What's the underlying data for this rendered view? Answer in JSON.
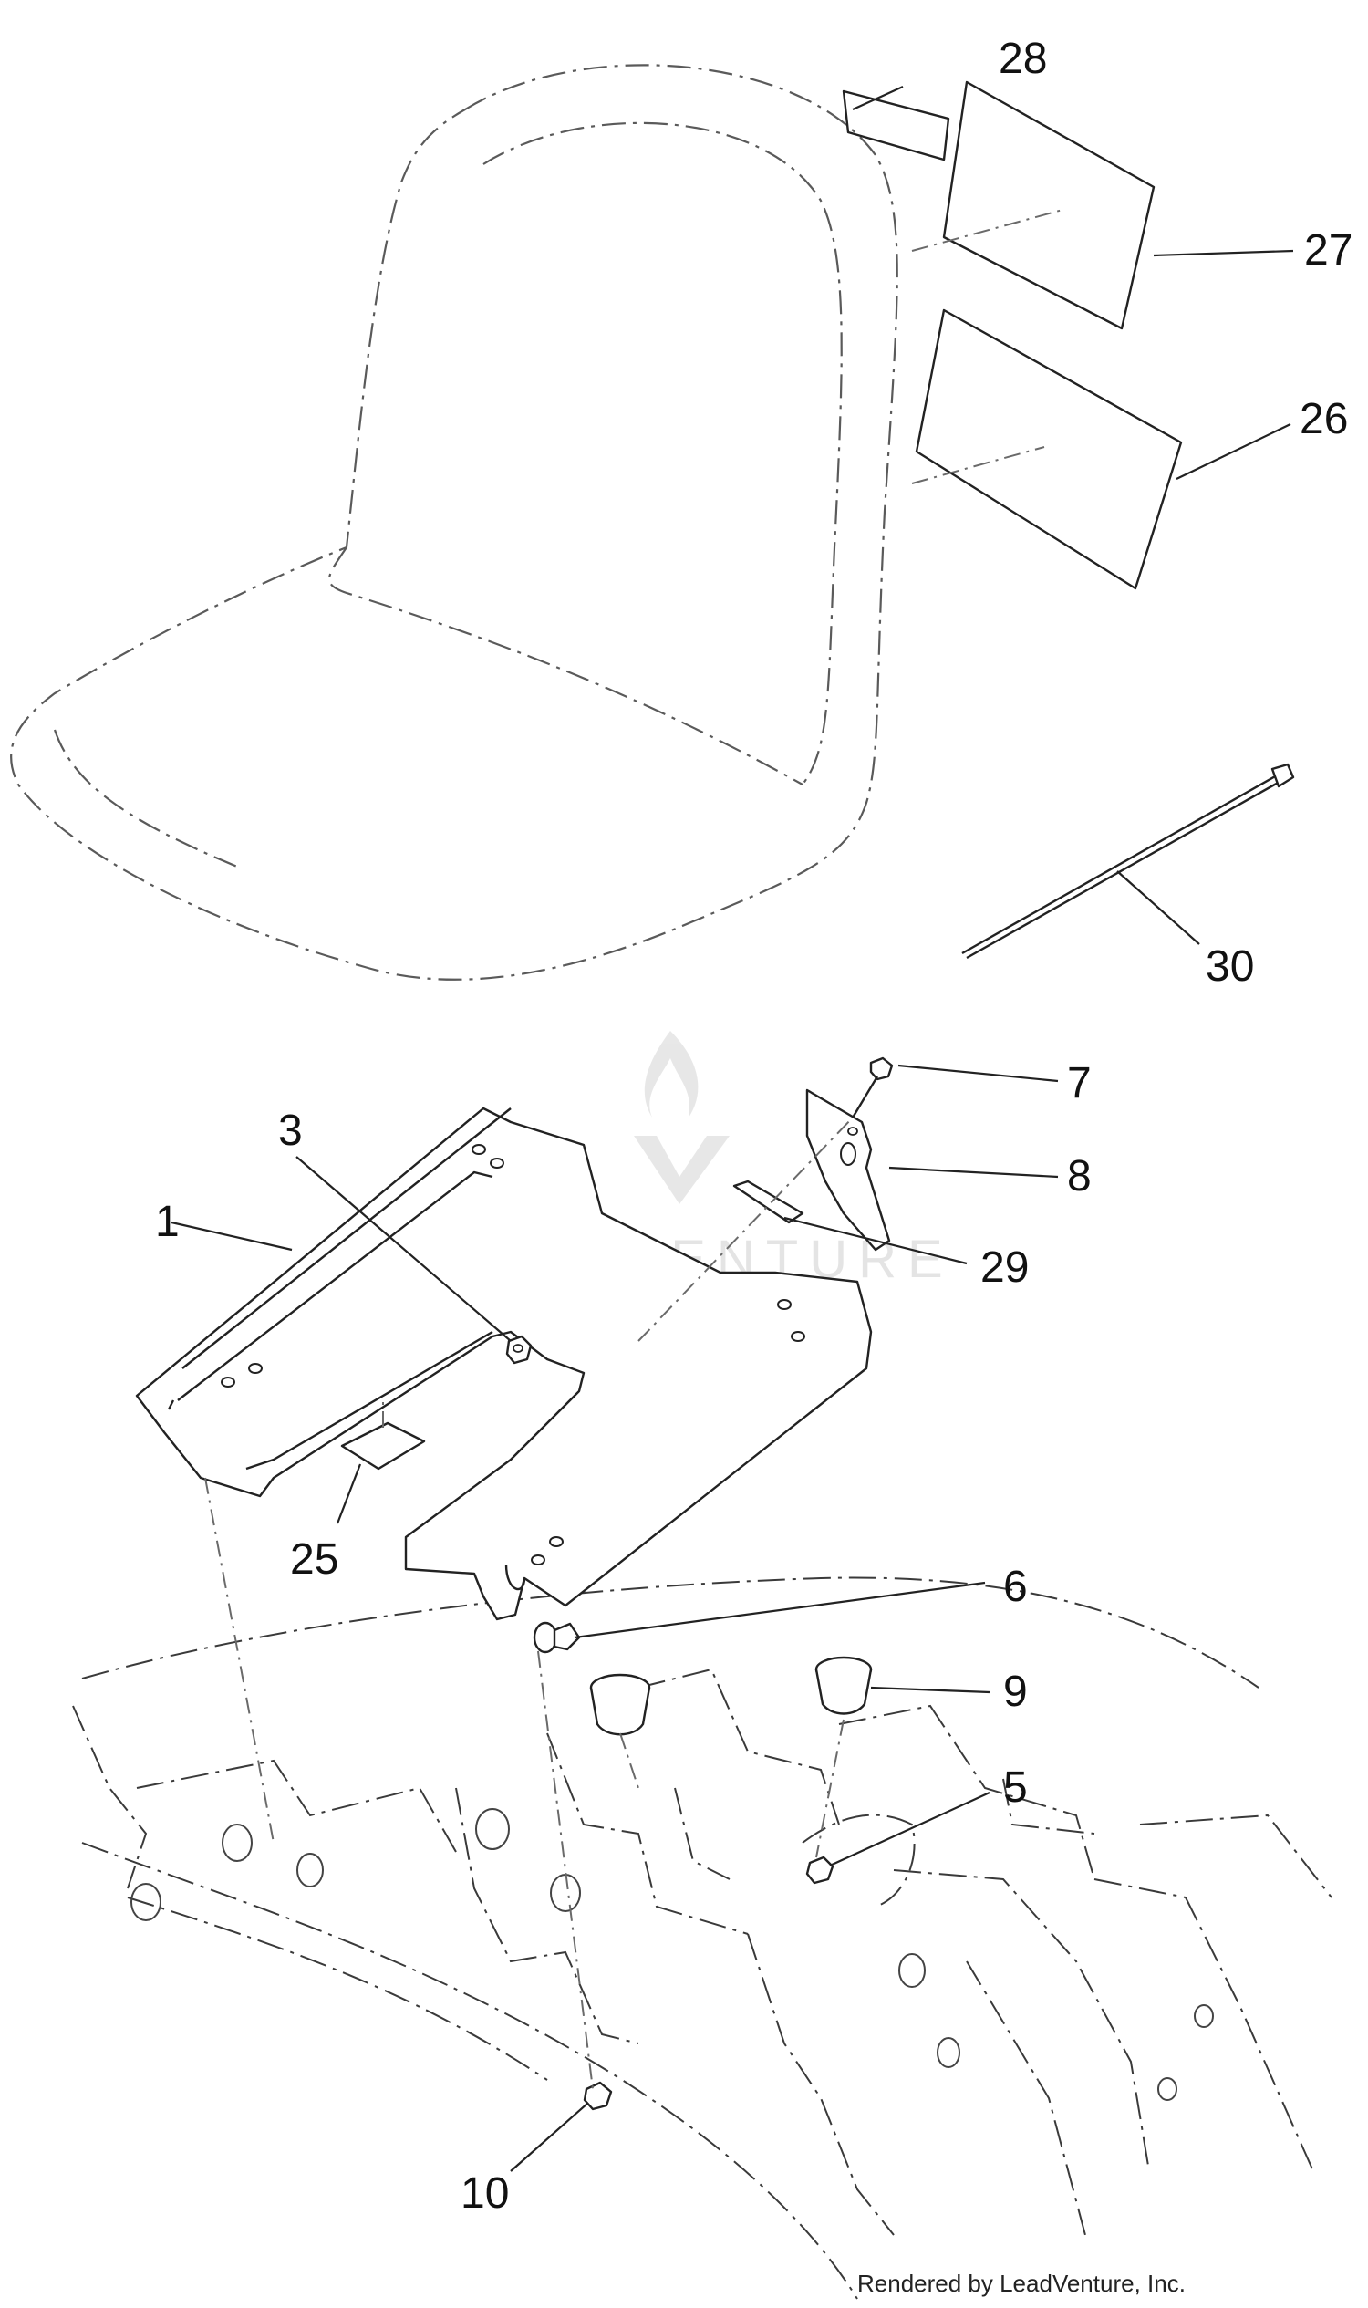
{
  "diagram": {
    "callouts": [
      {
        "id": "c1",
        "label": "1"
      },
      {
        "id": "c3",
        "label": "3"
      },
      {
        "id": "c5",
        "label": "5"
      },
      {
        "id": "c6",
        "label": "6"
      },
      {
        "id": "c7",
        "label": "7"
      },
      {
        "id": "c8",
        "label": "8"
      },
      {
        "id": "c9",
        "label": "9"
      },
      {
        "id": "c10",
        "label": "10"
      },
      {
        "id": "c25",
        "label": "25"
      },
      {
        "id": "c26",
        "label": "26"
      },
      {
        "id": "c27",
        "label": "27"
      },
      {
        "id": "c28",
        "label": "28"
      },
      {
        "id": "c29",
        "label": "29"
      },
      {
        "id": "c30",
        "label": "30"
      }
    ],
    "watermark": "LEADVENTURE",
    "credit": "Rendered by LeadVenture, Inc."
  }
}
